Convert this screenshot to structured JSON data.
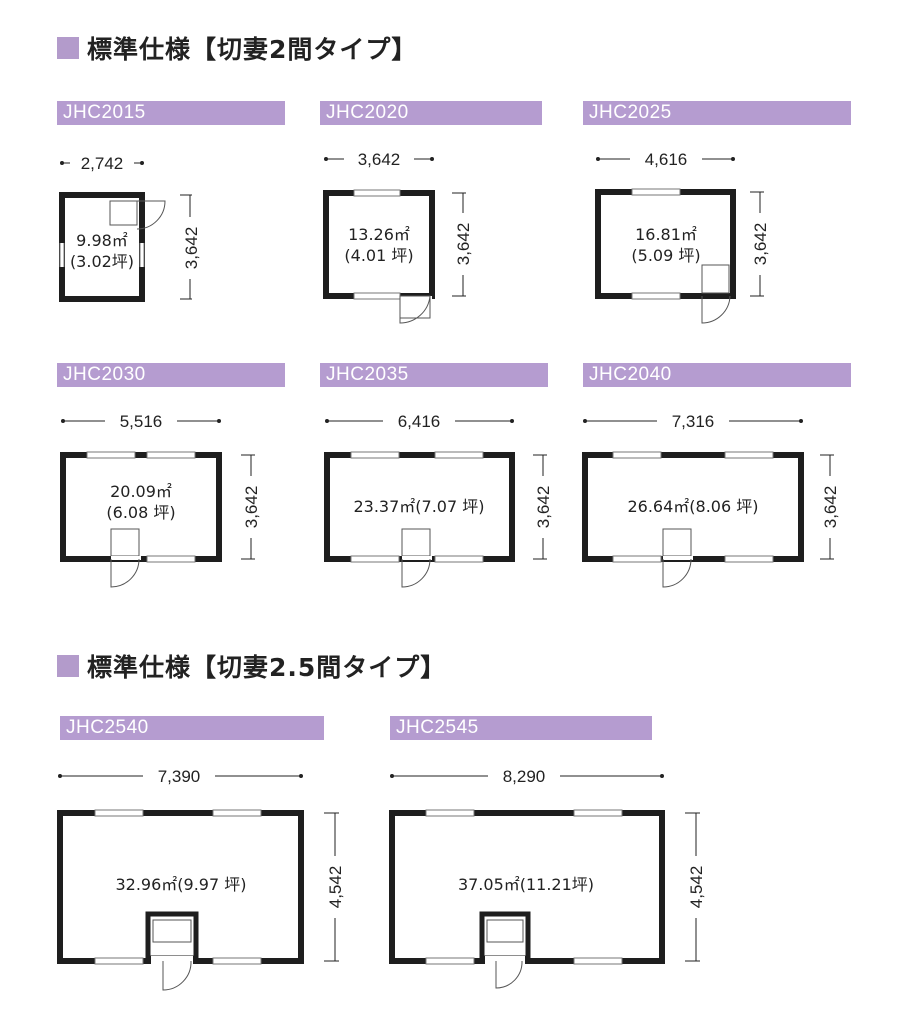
{
  "sections": [
    {
      "title": "標準仕様【切妻2間タイプ】"
    },
    {
      "title": "標準仕様【切妻2.5間タイプ】"
    }
  ],
  "units": {
    "JHC2015": {
      "label": "JHC2015",
      "width": "2,742",
      "depth": "3,642",
      "area_line1": "9.98㎡",
      "area_line2": "(3.02坪)"
    },
    "JHC2020": {
      "label": "JHC2020",
      "width": "3,642",
      "depth": "3,642",
      "area_line1": "13.26㎡",
      "area_line2": "(4.01 坪)"
    },
    "JHC2025": {
      "label": "JHC2025",
      "width": "4,616",
      "depth": "3,642",
      "area_line1": "16.81㎡",
      "area_line2": "(5.09 坪)"
    },
    "JHC2030": {
      "label": "JHC2030",
      "width": "5,516",
      "depth": "3,642",
      "area_line1": "20.09㎡",
      "area_line2": "(6.08 坪)"
    },
    "JHC2035": {
      "label": "JHC2035",
      "width": "6,416",
      "depth": "3,642",
      "area_line1": "23.37㎡(7.07 坪)",
      "area_line2": ""
    },
    "JHC2040": {
      "label": "JHC2040",
      "width": "7,316",
      "depth": "3,642",
      "area_line1": "26.64㎡(8.06 坪)",
      "area_line2": ""
    },
    "JHC2540": {
      "label": "JHC2540",
      "width": "7,390",
      "depth": "4,542",
      "area_line1": "32.96㎡(9.97 坪)",
      "area_line2": ""
    },
    "JHC2545": {
      "label": "JHC2545",
      "width": "8,290",
      "depth": "4,542",
      "area_line1": "37.05㎡(11.21坪)",
      "area_line2": ""
    }
  },
  "colors": {
    "accent": "#b59cd0",
    "marker": "#b39bcb",
    "wall": "#1e1e1e"
  }
}
